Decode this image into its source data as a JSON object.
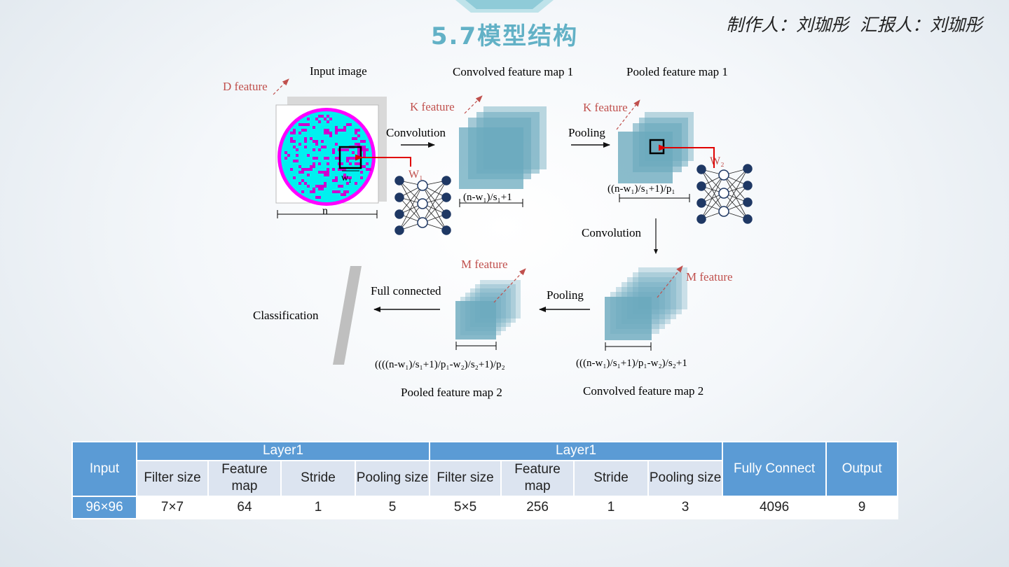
{
  "title": "5.7模型结构",
  "authors": "制作人：刘珈彤  汇报人：刘珈彤",
  "diagram": {
    "input_image": "Input image",
    "d_feature": "D feature",
    "conv_map1": "Convolved feature map 1",
    "pooled_map1": "Pooled feature map 1",
    "k_feature": "K feature",
    "k_feature2": "K feature",
    "convolution1": "Convolution",
    "pooling1": "Pooling",
    "convolution2": "Convolution",
    "pooling2": "Pooling",
    "full_connected": "Full connected",
    "classification": "Classification",
    "m_feature1": "M feature",
    "m_feature2": "M feature",
    "pooled_map2": "Pooled feature map 2",
    "conv_map2": "Convolved feature map 2",
    "n_label": "n",
    "w1_label": "w₁",
    "W1": "W₁",
    "W2": "W₂",
    "dim_conv1": "(n-w₁)/s₁+1",
    "dim_pool1": "((n-w₁)/s₁+1)/p₁",
    "dim_conv2": "(((n-w₁)/s₁+1)/p₁-w₂)/s₂+1",
    "dim_pool2": "((((n-w₁)/s₁+1)/p₁-w₂)/s₂+1)/p₂"
  },
  "table": {
    "header": {
      "input": "Input",
      "layer1_a": "Layer1",
      "layer1_b": "Layer1",
      "fully_connect": "Fully Connect",
      "output": "Output",
      "sub": [
        "Filter size",
        "Feature map",
        "Stride",
        "Pooling size",
        "Filter size",
        "Feature map",
        "Stride",
        "Pooling size"
      ]
    },
    "row": [
      "96×96",
      "7×7",
      "64",
      "1",
      "5",
      "5×5",
      "256",
      "1",
      "3",
      "4096",
      "9"
    ]
  },
  "colors": {
    "title": "#62b1c6",
    "feature_map": "#6aa9bd",
    "annotation_red": "#c0504d",
    "table_header": "#5b9bd5",
    "table_subheader": "#dce4f0",
    "node_navy": "#1f3864",
    "wafer_cyan": "#00f0f0",
    "wafer_magenta": "#ff00ff"
  }
}
